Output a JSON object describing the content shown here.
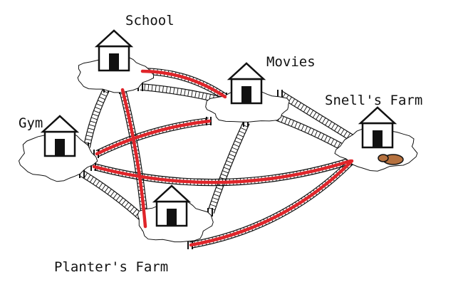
{
  "diagram": {
    "nodes": [
      {
        "id": "school",
        "label": "School"
      },
      {
        "id": "movies",
        "label": "Movies"
      },
      {
        "id": "snells",
        "label": "Snell's Farm"
      },
      {
        "id": "gym",
        "label": "Gym"
      },
      {
        "id": "planters",
        "label": "Planter's Farm"
      }
    ],
    "bridges": [
      {
        "from": "school",
        "to": "movies",
        "highlighted": true
      },
      {
        "from": "school",
        "to": "gym",
        "highlighted": false
      },
      {
        "from": "school",
        "to": "planters",
        "highlighted": true
      },
      {
        "from": "school",
        "to": "snells",
        "highlighted": false
      },
      {
        "from": "movies",
        "to": "snells",
        "highlighted": false
      },
      {
        "from": "movies",
        "to": "gym",
        "highlighted": true
      },
      {
        "from": "movies",
        "to": "planters",
        "highlighted": false
      },
      {
        "from": "gym",
        "to": "snells",
        "highlighted": true
      },
      {
        "from": "gym",
        "to": "planters",
        "highlighted": false
      },
      {
        "from": "planters",
        "to": "snells",
        "highlighted": true
      }
    ],
    "extras": [
      {
        "at": "snells",
        "icon": "potato-icon"
      }
    ],
    "colors": {
      "highlight": "#e0252a",
      "ink": "#111111",
      "potato": "#b5713f"
    }
  }
}
